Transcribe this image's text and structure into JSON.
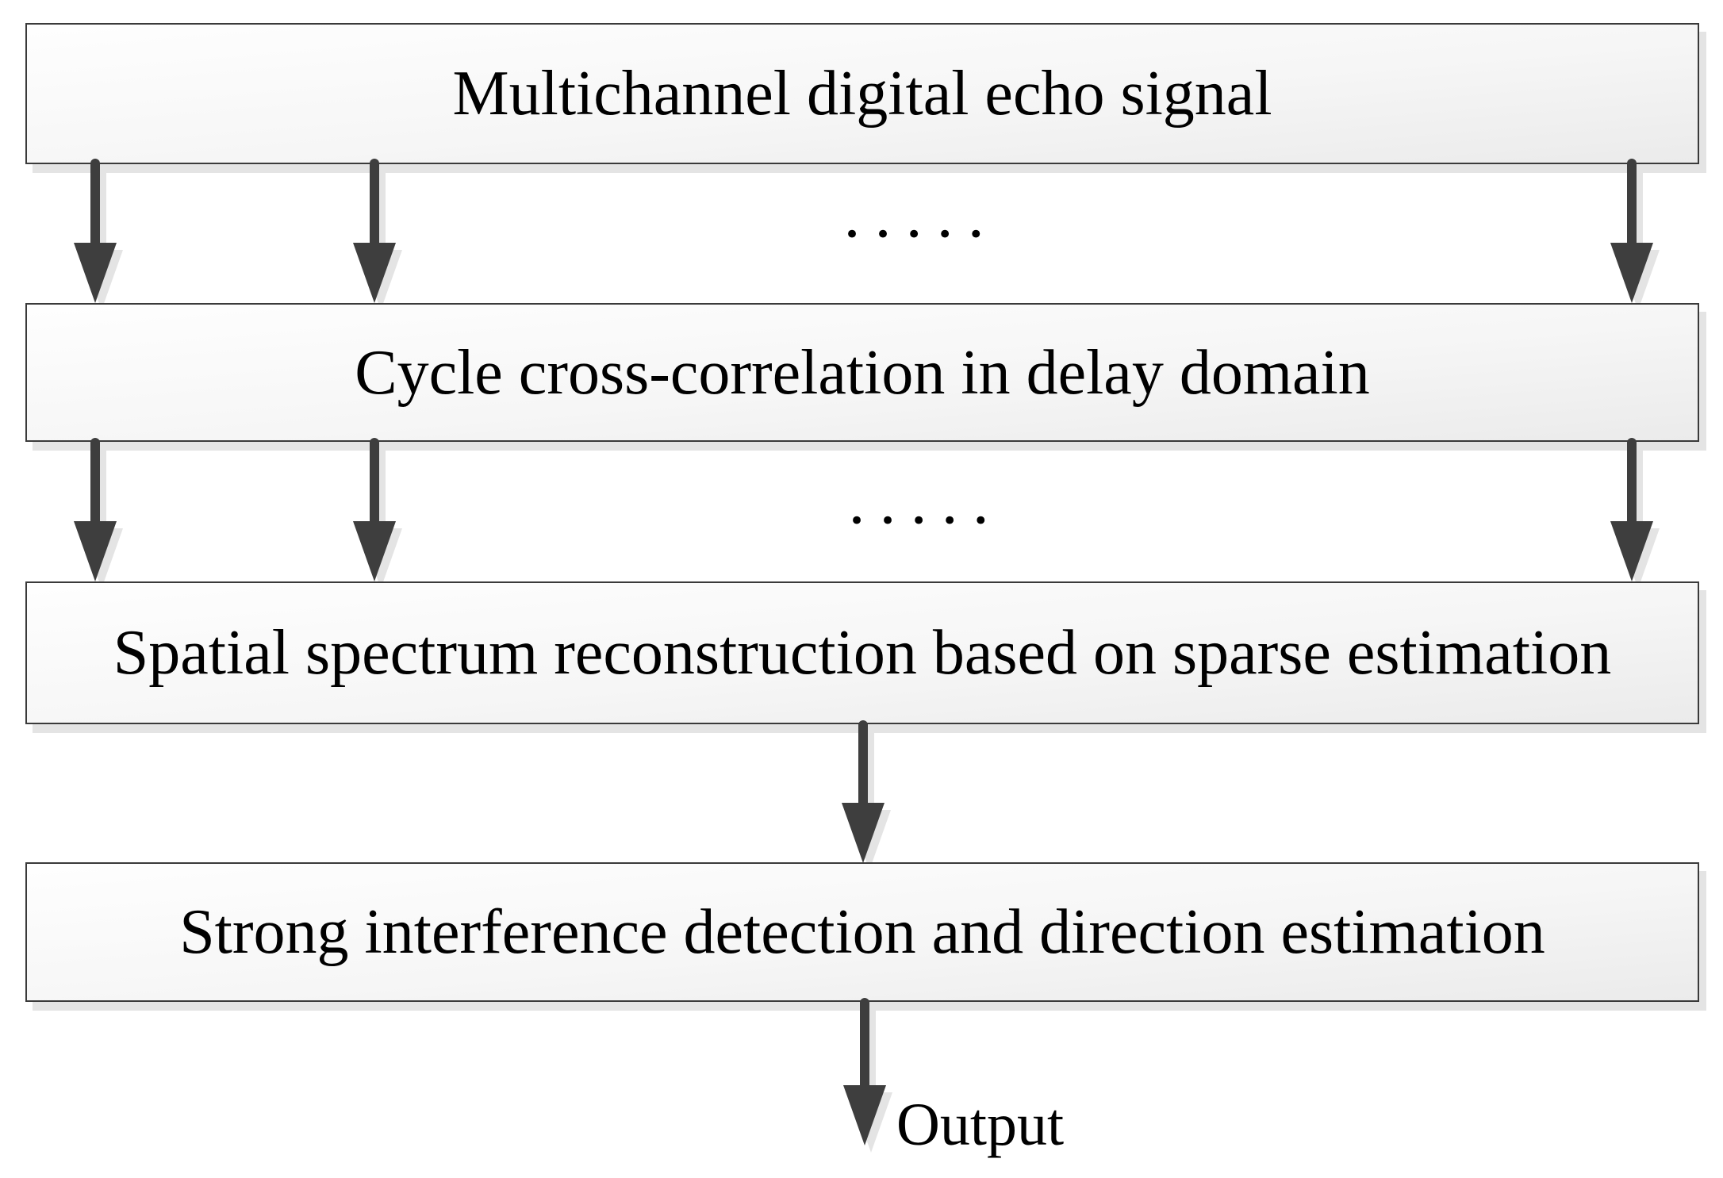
{
  "flowchart": {
    "boxes": [
      {
        "label": "Multichannel digital echo signal"
      },
      {
        "label": "Cycle cross-correlation in delay domain"
      },
      {
        "label": "Spatial spectrum reconstruction based on sparse estimation"
      },
      {
        "label": "Strong interference detection and direction estimation"
      }
    ],
    "connectors": {
      "dots_row_1": "•••••",
      "dots_row_2": "•••••"
    },
    "output_label": "Output",
    "colors": {
      "arrow": "#3e3e3e",
      "box_border": "#3a3a3a",
      "box_fill_top": "#fefefe",
      "box_fill_bottom": "#ebebeb",
      "shadow": "#e4e4e4",
      "text": "#000000",
      "background": "#ffffff"
    }
  }
}
